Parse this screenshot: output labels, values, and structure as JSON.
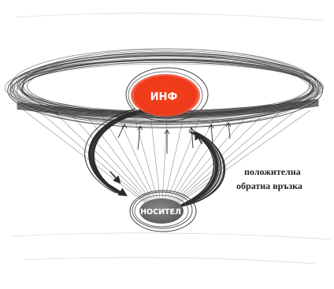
{
  "nodes": {
    "info": {
      "label": "ИНФ",
      "color": "#f03a1c"
    },
    "carrier": {
      "label": "НОСИТЕЛ",
      "color": "#7a7a7a"
    }
  },
  "caption": {
    "line1": "положителна",
    "line2": "обратна връзка"
  },
  "colors": {
    "sketch": "#3a3a3a",
    "label_on_dark": "#ffffff"
  }
}
